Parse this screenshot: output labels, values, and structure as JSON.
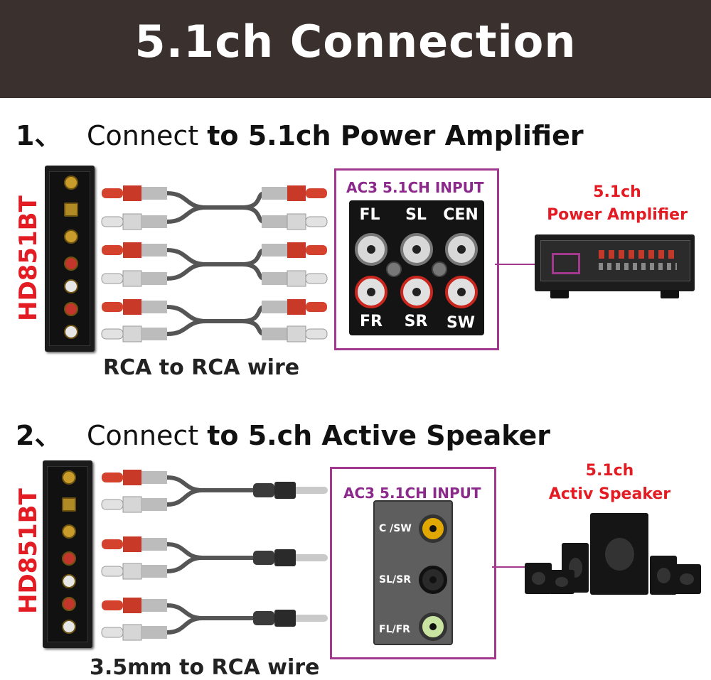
{
  "banner": {
    "title": "5.1ch Connection"
  },
  "section1": {
    "number": "1、",
    "heading_pre": "Connect",
    "heading_main": "to 5.1ch Power Amplifier",
    "model": "HD851BT",
    "wire_caption": "RCA to RCA wire",
    "panel": {
      "title": "AC3 5.1CH INPUT",
      "top_labels": [
        "FL",
        "SL",
        "CEN"
      ],
      "bottom_labels": [
        "FR",
        "SR",
        "SW"
      ]
    },
    "device_label_line1": "5.1ch",
    "device_label_line2": "Power Amplifier"
  },
  "section2": {
    "number": "2、",
    "heading_pre": "Connect",
    "heading_main": "to 5.ch Active Speaker",
    "model": "HD851BT",
    "wire_caption": "3.5mm to RCA wire",
    "panel": {
      "title": "AC3 5.1CH INPUT",
      "labels": [
        "C /SW",
        "SL/SR",
        "FL/FR"
      ]
    },
    "device_label_line1": "5.1ch",
    "device_label_line2": "Activ Speaker"
  },
  "colors": {
    "banner_bg": "#3a302d",
    "accent_red": "#e31b23",
    "panel_border": "#a2398f",
    "plug_red": "#d4422e",
    "plug_white": "#e2e2e2",
    "jack_yellow": "#e0a800",
    "jack_green": "#c9e3a0"
  }
}
